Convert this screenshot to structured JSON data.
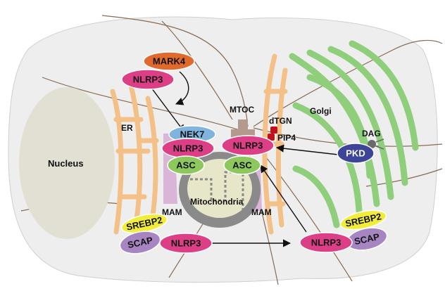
{
  "labels": {
    "nucleus": "Nucleus",
    "er": "ER",
    "golgi": "Golgi",
    "mtoc": "MTOC",
    "dtgn": "dTGN",
    "pip4": "PIP4",
    "dag": "DAG",
    "mitochondria": "Mitochondria",
    "mam_left": "MAM",
    "mam_right": "MAM"
  },
  "proteins": {
    "mark4": "MARK4",
    "nlrp3_top": "NLRP3",
    "nek7": "NEK7",
    "nlrp3_center_left": "NLRP3",
    "nlrp3_center_right": "NLRP3",
    "asc_left": "ASC",
    "asc_right": "ASC",
    "pkd": "PKD",
    "srebp2_left": "SREBP2",
    "scap_left": "SCAP",
    "nlrp3_bottom_left": "NLRP3",
    "srebp2_right": "SREBP2",
    "scap_right": "SCAP",
    "nlrp3_bottom_right": "NLRP3"
  },
  "colors": {
    "cell": "#eeeeee",
    "nucleus": "#e2dfd3",
    "er": "#f3c188",
    "golgi": "#8fcf7c",
    "mam": "#d9b6d8",
    "mito_outer": "#8a8a8a",
    "mito_inner": "#e8e6c8",
    "mtoc": "#b39a8d",
    "dtgn": "#c0121c",
    "nlrp3": "#dc3f86",
    "mark4": "#e06a2c",
    "nek7": "#7fb4de",
    "asc": "#8cc85b",
    "pkd": "#3d4597",
    "srebp2": "#f2ec3a",
    "scap": "#a785c2",
    "arrow": "#111111",
    "cytoskeleton": "#8a6a50"
  }
}
